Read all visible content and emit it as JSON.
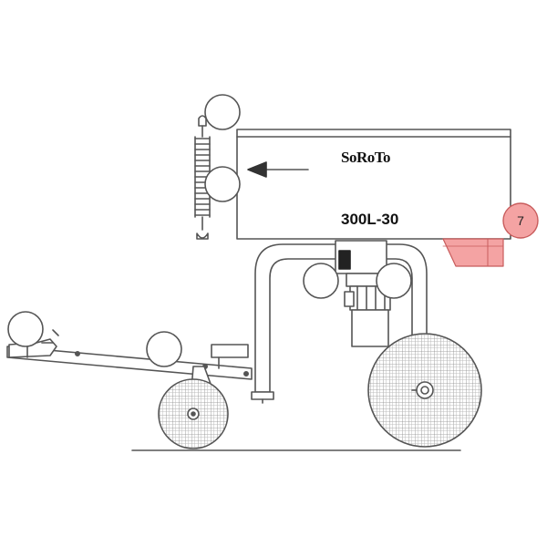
{
  "drawing": {
    "brand_label": "SoRoTo",
    "model_label": "300L-30",
    "callout_number": "7"
  },
  "colors": {
    "line": "#555555",
    "highlight_fill": "#f4a3a3",
    "highlight_stroke": "#c85c5c",
    "callout_fill": "#f4a3a3",
    "background": "#ffffff"
  }
}
